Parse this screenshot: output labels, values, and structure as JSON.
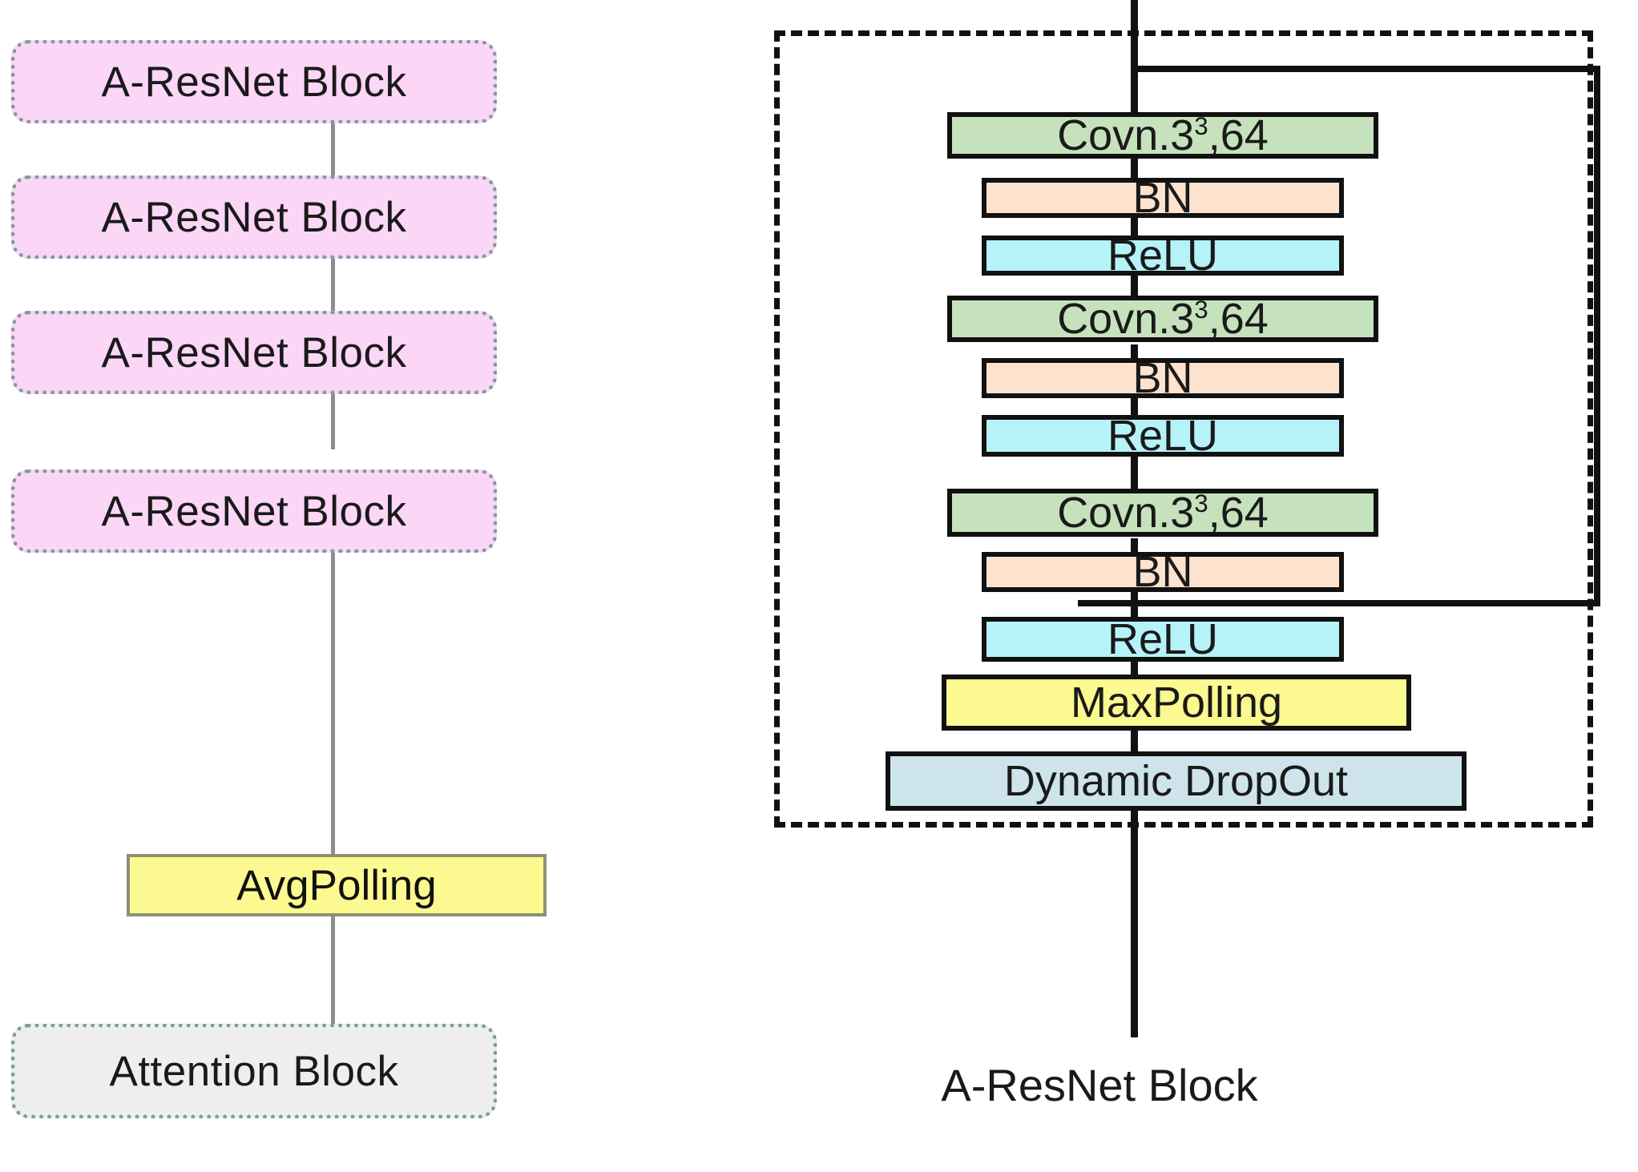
{
  "figure": {
    "type": "diagram",
    "description": "Neural network architecture diagram: left pipeline of A-ResNet Blocks feeding AvgPolling then Attention Block; right expanded view of the internals of one A-ResNet Block with a residual skip connection."
  },
  "colors": {
    "pink_block": "#fbd6f7",
    "gray_block": "#eeeeee",
    "dotted_border": "#7f9c9c",
    "connector_gray": "#8d8d8d",
    "conv_green": "#c5e2bd",
    "bn_peach": "#fde2cd",
    "relu_cyan": "#b6f3f9",
    "pool_yellow": "#fbf98f",
    "dropout_blue": "#cde5ea",
    "outline_black": "#111111",
    "avg_border": "#8f8f75"
  },
  "left_pipeline": {
    "name": "network-pipeline",
    "nodes": [
      {
        "id": "resnet-1",
        "label": "A-ResNet Block",
        "style": "pink"
      },
      {
        "id": "resnet-2",
        "label": "A-ResNet Block",
        "style": "pink"
      },
      {
        "id": "resnet-3",
        "label": "A-ResNet Block",
        "style": "pink"
      },
      {
        "id": "resnet-4",
        "label": "A-ResNet Block",
        "style": "pink"
      },
      {
        "id": "avgpolling",
        "label": "AvgPolling",
        "style": "yellow"
      },
      {
        "id": "attention",
        "label": "Attention Block",
        "style": "gray"
      }
    ]
  },
  "right_block": {
    "name": "a-resnet-block-detail",
    "caption": "A-ResNet Block",
    "layers": [
      {
        "id": "conv-1",
        "label_prefix": "Covn.3",
        "label_sup": "3",
        "label_suffix": ",64",
        "kind": "conv"
      },
      {
        "id": "bn-1",
        "label": "BN",
        "kind": "bn"
      },
      {
        "id": "relu-1",
        "label": "ReLU",
        "kind": "relu"
      },
      {
        "id": "conv-2",
        "label_prefix": "Covn.3",
        "label_sup": "3",
        "label_suffix": ",64",
        "kind": "conv"
      },
      {
        "id": "bn-2",
        "label": "BN",
        "kind": "bn"
      },
      {
        "id": "relu-2",
        "label": "ReLU",
        "kind": "relu"
      },
      {
        "id": "conv-3",
        "label_prefix": "Covn.3",
        "label_sup": "3",
        "label_suffix": ",64",
        "kind": "conv"
      },
      {
        "id": "bn-3",
        "label": "BN",
        "kind": "bn"
      },
      {
        "id": "relu-3",
        "label": "ReLU",
        "kind": "relu"
      },
      {
        "id": "maxpool",
        "label": "MaxPolling",
        "kind": "pool"
      },
      {
        "id": "dropout",
        "label": "Dynamic DropOut",
        "kind": "drop"
      }
    ],
    "skip_connection": {
      "id": "residual-skip",
      "from": "block-input",
      "to": "after-bn-3"
    }
  }
}
